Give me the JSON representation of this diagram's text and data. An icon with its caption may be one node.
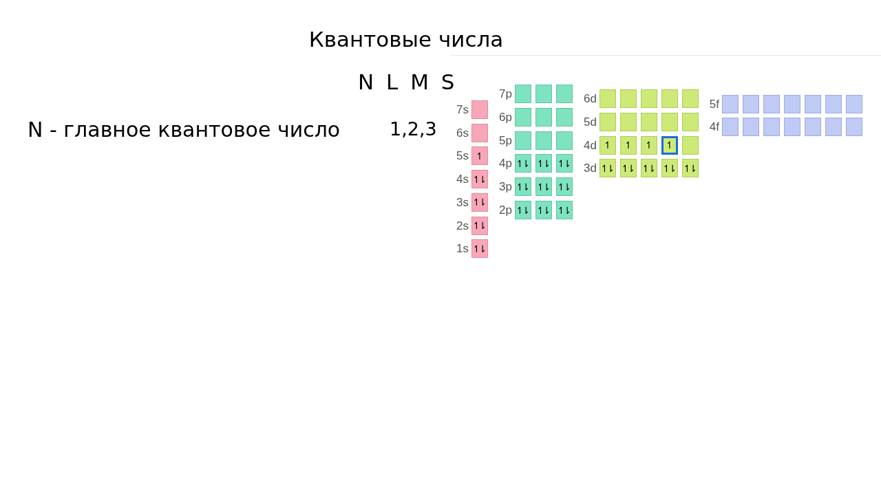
{
  "diagram": {
    "title": "Квантовые числа",
    "nodes": [
      {
        "text": [],
        "shape": "box",
        "beside": [
          "7s"
        ]
      },
      {
        "text": [],
        "shape": "box",
        "beside": [
          "6s"
        ]
      },
      {
        "text": [
          "↿"
        ],
        "beside": [
          "5s"
        ]
      },
      {
        "text": [
          "↿⇂"
        ],
        "beside": [
          "4s"
        ]
      },
      {
        "text": [
          "↿⇂"
        ],
        "beside": [
          "3s"
        ]
      },
      {
        "text": [
          "↿⇂"
        ],
        "beside": [
          "2s"
        ]
      },
      {
        "text": [
          "↿⇂"
        ],
        "beside": [
          "1s"
        ]
      },
      {
        "text": [],
        "shape": "box",
        "beside": [
          "7p"
        ]
      },
      {
        "text": [],
        "shape": "box"
      },
      {
        "text": [],
        "shape": "box"
      },
      {
        "text": [],
        "shape": "box",
        "beside": [
          "6p"
        ]
      },
      {
        "text": [],
        "shape": "box"
      },
      {
        "text": [],
        "shape": "box"
      },
      {
        "text": [],
        "shape": "box",
        "beside": [
          "5p"
        ]
      },
      {
        "text": [],
        "shape": "box"
      },
      {
        "text": [],
        "shape": "box"
      },
      {
        "text": [
          "↿⇂"
        ],
        "beside": [
          "4p"
        ]
      },
      {
        "text": [
          "↿⇂"
        ]
      },
      {
        "text": [
          "↿⇂"
        ]
      },
      {
        "text": [
          "↿⇂"
        ],
        "beside": [
          "3p"
        ]
      },
      {
        "text": [
          "↿⇂"
        ]
      },
      {
        "text": [
          "↿⇂"
        ]
      },
      {
        "text": [
          "↿⇂"
        ],
        "beside": [
          "2p"
        ]
      },
      {
        "text": [
          "↿⇂"
        ]
      },
      {
        "text": [
          "↿⇂"
        ]
      },
      {
        "text": [],
        "shape": "box",
        "beside": [
          "6d"
        ]
      },
      {
        "text": [],
        "shape": "box"
      },
      {
        "text": [],
        "shape": "box"
      },
      {
        "text": [],
        "shape": "box"
      },
      {
        "text": [],
        "shape": "box"
      },
      {
        "text": [],
        "shape": "box",
        "beside": [
          "5d"
        ]
      },
      {
        "text": [],
        "shape": "box"
      },
      {
        "text": [],
        "shape": "box"
      },
      {
        "text": [],
        "shape": "box"
      },
      {
        "text": [],
        "shape": "box"
      },
      {
        "text": [
          "↿"
        ],
        "beside": [
          "4d"
        ]
      },
      {
        "text": [
          "↿"
        ]
      },
      {
        "text": [
          "↿"
        ]
      },
      {
        "text": [
          "↿"
        ]
      },
      {
        "text": [],
        "shape": "box"
      },
      {
        "text": [
          "↿⇂"
        ],
        "beside": [
          "3d"
        ]
      },
      {
        "text": [
          "↿⇂"
        ]
      },
      {
        "text": [
          "↿⇂"
        ]
      },
      {
        "text": [
          "↿⇂"
        ]
      },
      {
        "text": [
          "↿⇂"
        ]
      },
      {
        "text": [],
        "shape": "box",
        "beside": [
          "5f"
        ]
      },
      {
        "text": [],
        "shape": "box"
      },
      {
        "text": [],
        "shape": "box"
      },
      {
        "text": [],
        "shape": "box"
      },
      {
        "text": [],
        "shape": "box"
      },
      {
        "text": [],
        "shape": "box"
      },
      {
        "text": [],
        "shape": "box"
      },
      {
        "text": [],
        "shape": "box",
        "beside": [
          "4f"
        ]
      },
      {
        "text": [],
        "shape": "box"
      },
      {
        "text": [],
        "shape": "box"
      },
      {
        "text": [],
        "shape": "box"
      },
      {
        "text": [],
        "shape": "box"
      },
      {
        "text": [],
        "shape": "box"
      },
      {
        "text": [],
        "shape": "box"
      }
    ],
    "labels": [
      "N L M S",
      "N - главное квантовое число",
      "1,2,3"
    ]
  }
}
